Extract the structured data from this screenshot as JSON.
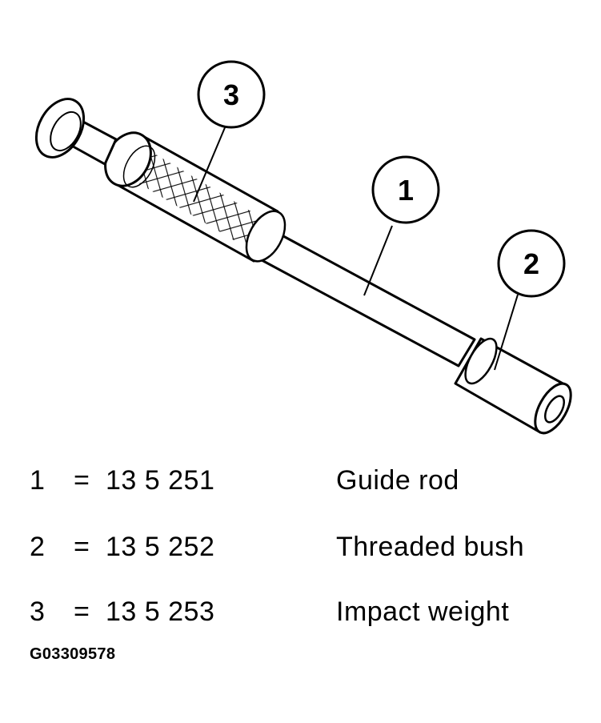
{
  "callouts": [
    "1",
    "2",
    "3"
  ],
  "legend": [
    {
      "number": "1",
      "separator": "=",
      "part_number": "13 5 251",
      "description": "Guide rod"
    },
    {
      "number": "2",
      "separator": "=",
      "part_number": "13 5 252",
      "description": "Threaded bush"
    },
    {
      "number": "3",
      "separator": "=",
      "part_number": "13 5 253",
      "description": "Impact weight"
    }
  ],
  "figure_id": "G03309578"
}
